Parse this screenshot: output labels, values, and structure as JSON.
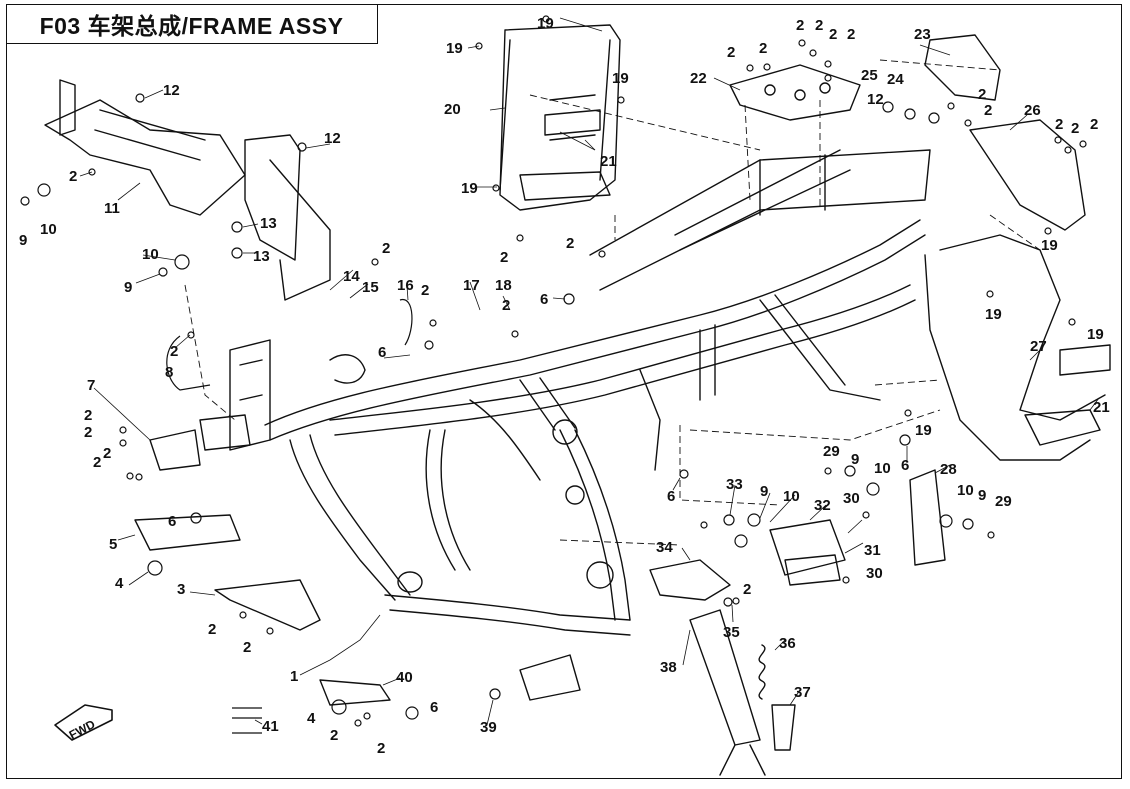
{
  "title": "F03 车架总成/FRAME ASSY",
  "fwd_label": "FWD",
  "callout_labels": {
    "c1": "1",
    "c2": "2",
    "c3": "3",
    "c4": "4",
    "c5": "5",
    "c6": "6",
    "c7": "7",
    "c8": "8",
    "c9": "9",
    "c10": "10",
    "c11": "11",
    "c12": "12",
    "c13": "13",
    "c14": "14",
    "c15": "15",
    "c16": "16",
    "c17": "17",
    "c18": "18",
    "c19": "19",
    "c20": "20",
    "c21": "21",
    "c22": "22",
    "c23": "23",
    "c24": "24",
    "c25": "25",
    "c26": "26",
    "c27": "27",
    "c28": "28",
    "c29": "29",
    "c30": "30",
    "c31": "31",
    "c32": "32",
    "c33": "33",
    "c34": "34",
    "c35": "35",
    "c36": "36",
    "c37": "37",
    "c38": "38",
    "c39": "39",
    "c40": "40",
    "c41": "41"
  }
}
